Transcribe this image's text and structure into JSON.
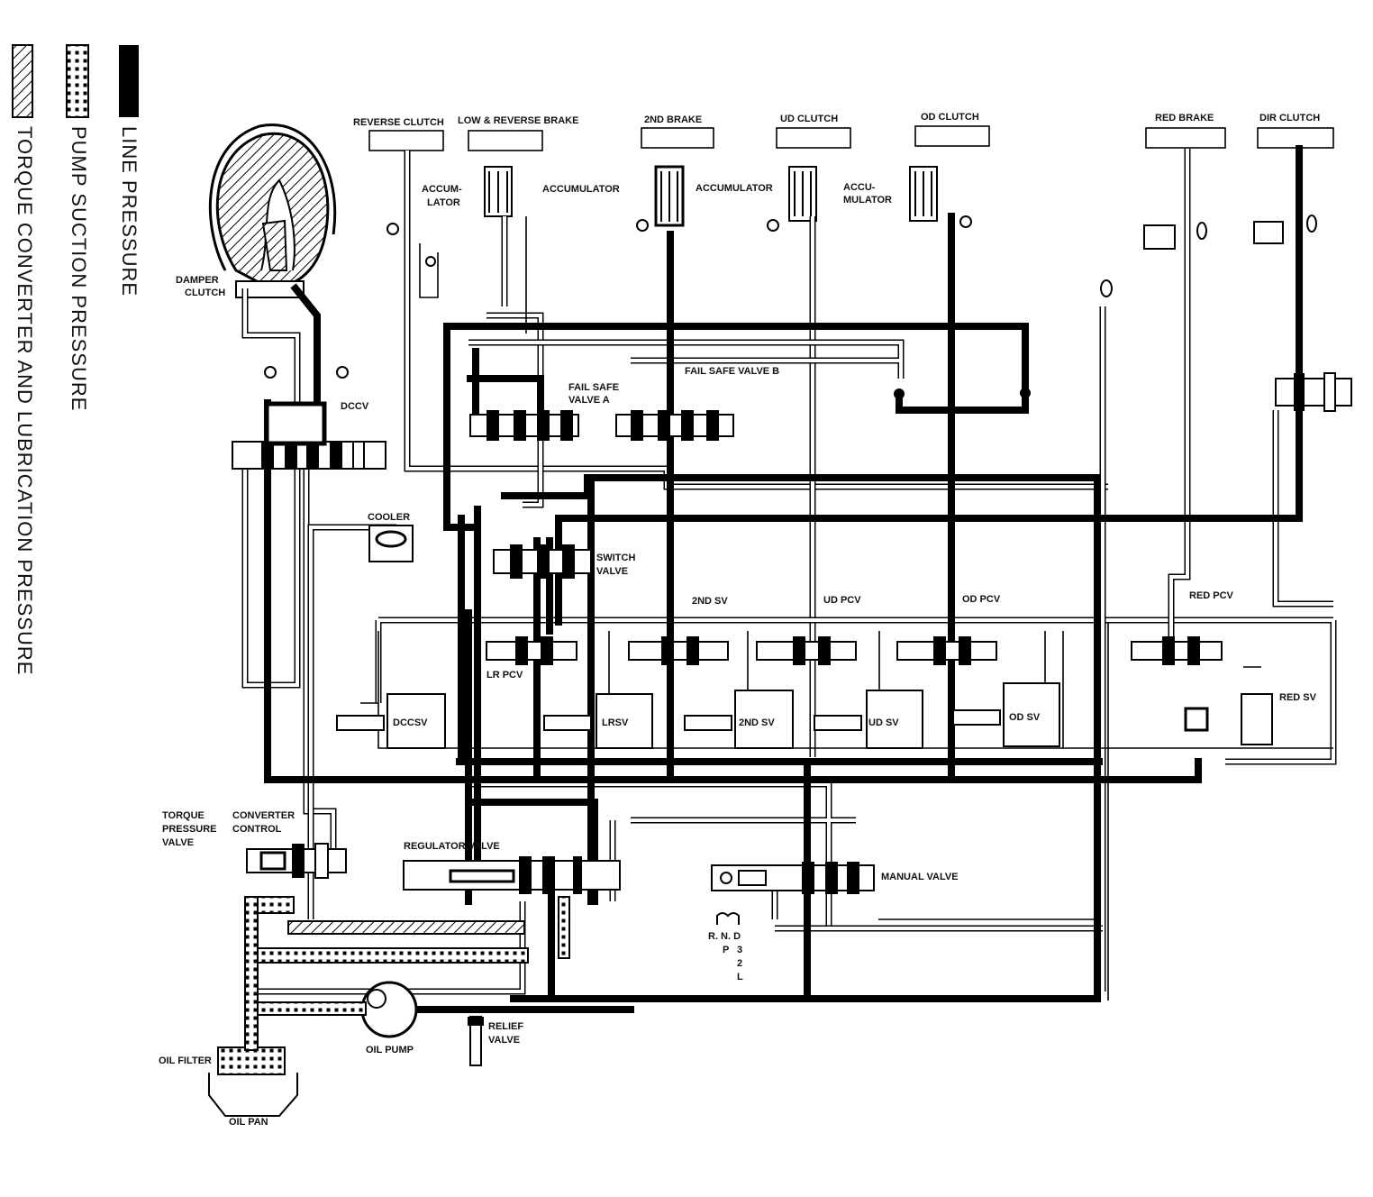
{
  "legend": {
    "line_pressure": "LINE PRESSURE",
    "pump_suction": "PUMP SUCTION PRESSURE",
    "torque_converter": "TORQUE CONVERTER AND LUBRICATION PRESSURE"
  },
  "clutches": {
    "reverse_clutch": "REVERSE CLUTCH",
    "low_reverse_brake": "LOW & REVERSE BRAKE",
    "second_brake": "2ND BRAKE",
    "ud_clutch": "UD CLUTCH",
    "od_clutch": "OD CLUTCH",
    "red_brake": "RED BRAKE",
    "dir_clutch": "DIR CLUTCH"
  },
  "accumulators": {
    "acc1_line1": "ACCUM-",
    "acc1_line2": "LATOR",
    "acc2": "ACCUMULATOR",
    "acc3": "ACCUMULATOR",
    "acc4_line1": "ACCU-",
    "acc4_line2": "MULATOR"
  },
  "valves": {
    "damper_clutch_1": "DAMPER",
    "damper_clutch_2": "CLUTCH",
    "dccv": "DCCV",
    "fail_safe_a_1": "FAIL SAFE",
    "fail_safe_a_2": "VALVE A",
    "fail_safe_b": "FAIL SAFE VALVE B",
    "cooler": "COOLER",
    "switch_valve_1": "SWITCH",
    "switch_valve_2": "VALVE",
    "second_sv_top": "2ND SV",
    "ud_pcv": "UD PCV",
    "od_pcv": "OD PCV",
    "red_pcv": "RED PCV",
    "lr_pcv": "LR PCV",
    "dccsv": "DCCSV",
    "lrsv": "LRSV",
    "second_sv": "2ND SV",
    "ud_sv": "UD SV",
    "od_sv": "OD SV",
    "red_sv": "RED SV",
    "torque_pressure_1": "TORQUE",
    "torque_pressure_2": "PRESSURE",
    "torque_pressure_3": "VALVE",
    "converter_control_1": "CONVERTER",
    "converter_control_2": "CONTROL",
    "regulator_valve": "REGULATOR VALVE",
    "manual_valve": "MANUAL VALVE",
    "relief_valve_1": "RELIEF",
    "relief_valve_2": "VALVE",
    "oil_pump": "OIL PUMP",
    "oil_filter": "OIL FILTER",
    "oil_pan": "OIL PAN"
  },
  "shift_positions": {
    "row1": "R. N. D",
    "p": "P",
    "three": "3",
    "two": "2",
    "l": "L"
  }
}
